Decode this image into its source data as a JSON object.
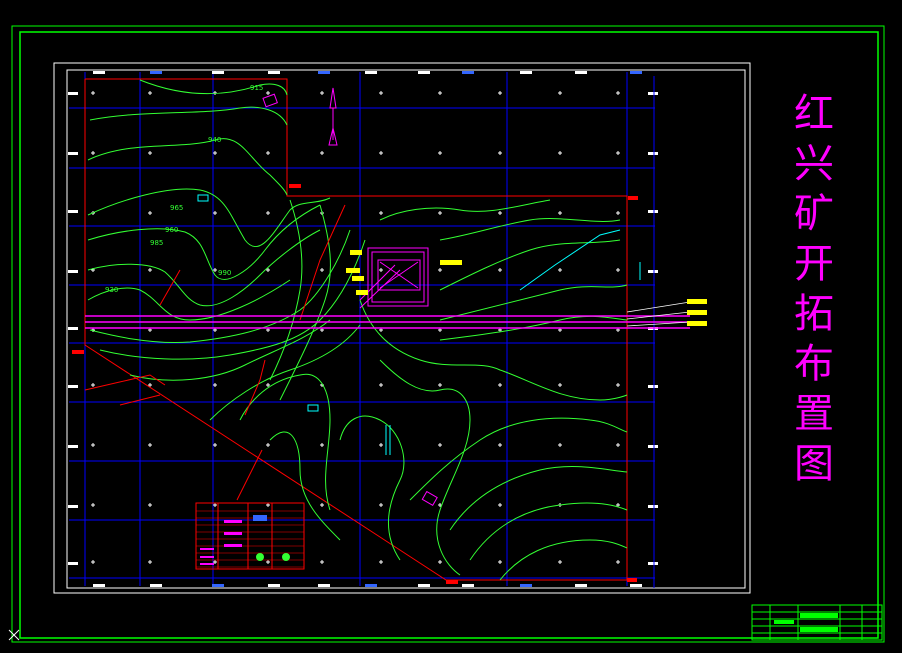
{
  "drawing": {
    "title_chars": [
      "红",
      "兴",
      "矿",
      "开",
      "拓",
      "布",
      "置",
      "图"
    ]
  },
  "contour_labels": [
    "915",
    "940",
    "965",
    "960",
    "985",
    "990",
    "930"
  ],
  "colors": {
    "background": "#000000",
    "frame_green": "#00ff00",
    "frame_white": "#ffffff",
    "grid_blue": "#0000ff",
    "boundary_red": "#ff0000",
    "contour_green": "#33ff33",
    "tunnel_magenta": "#ff00ff",
    "label_yellow": "#ffff00",
    "symbol_cyan": "#00ffff",
    "title_magenta": "#ff00ff"
  },
  "icons": [
    "north-arrow-icon",
    "ucs-icon"
  ]
}
